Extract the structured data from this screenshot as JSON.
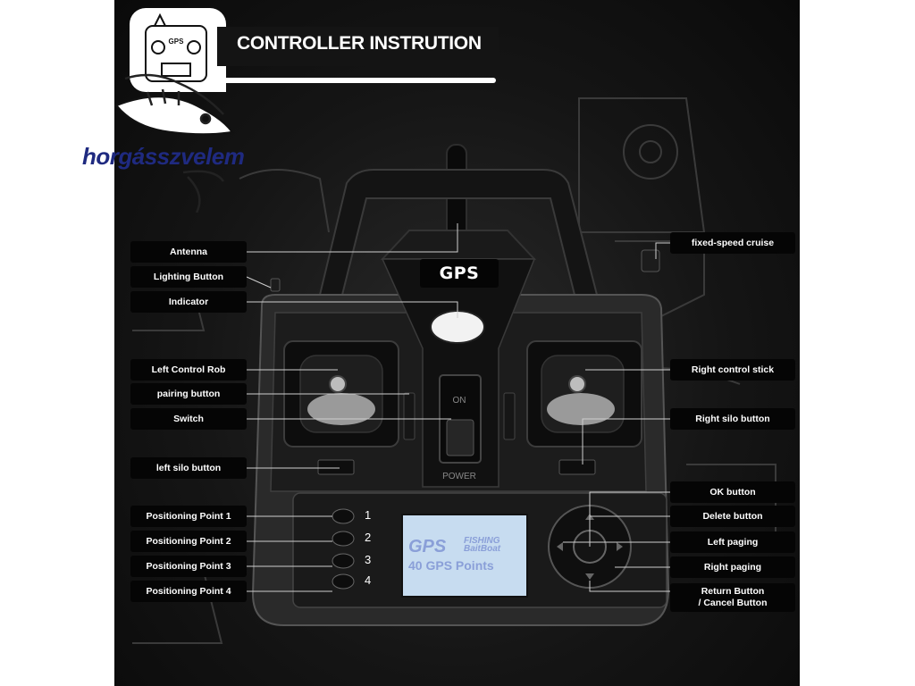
{
  "title": "CONTROLLER INSTRUTION",
  "watermark": "horgásszvelem",
  "device_label": "GPS",
  "badge_gps": "GPS",
  "switch_text": "ON",
  "power_text": "POWER",
  "lcd": {
    "logo": "GPS",
    "fishing": "FISHING",
    "baitboat": "BaitBoat",
    "points": "40 GPS Points"
  },
  "position_numbers": [
    "1",
    "2",
    "3",
    "4"
  ],
  "labels_left": [
    "Antenna",
    "Lighting Button",
    "Indicator",
    "Left Control Rob",
    "pairing button",
    "Switch",
    "left silo button",
    "Positioning Point 1",
    "Positioning Point 2",
    "Positioning Point 3",
    "Positioning Point 4"
  ],
  "labels_right": [
    "fixed-speed cruise",
    "Right control stick",
    "Right silo button",
    "OK button",
    "Delete button",
    "Left paging",
    "Right paging",
    "Return Button\n/ Cancel Button"
  ],
  "colors": {
    "background": "#151515",
    "label_bg": "#050505",
    "label_text": "#ffffff",
    "lcd_bg": "#c7dcf0",
    "lcd_text": "#8a9fd8",
    "watermark": "#1f2a80"
  }
}
